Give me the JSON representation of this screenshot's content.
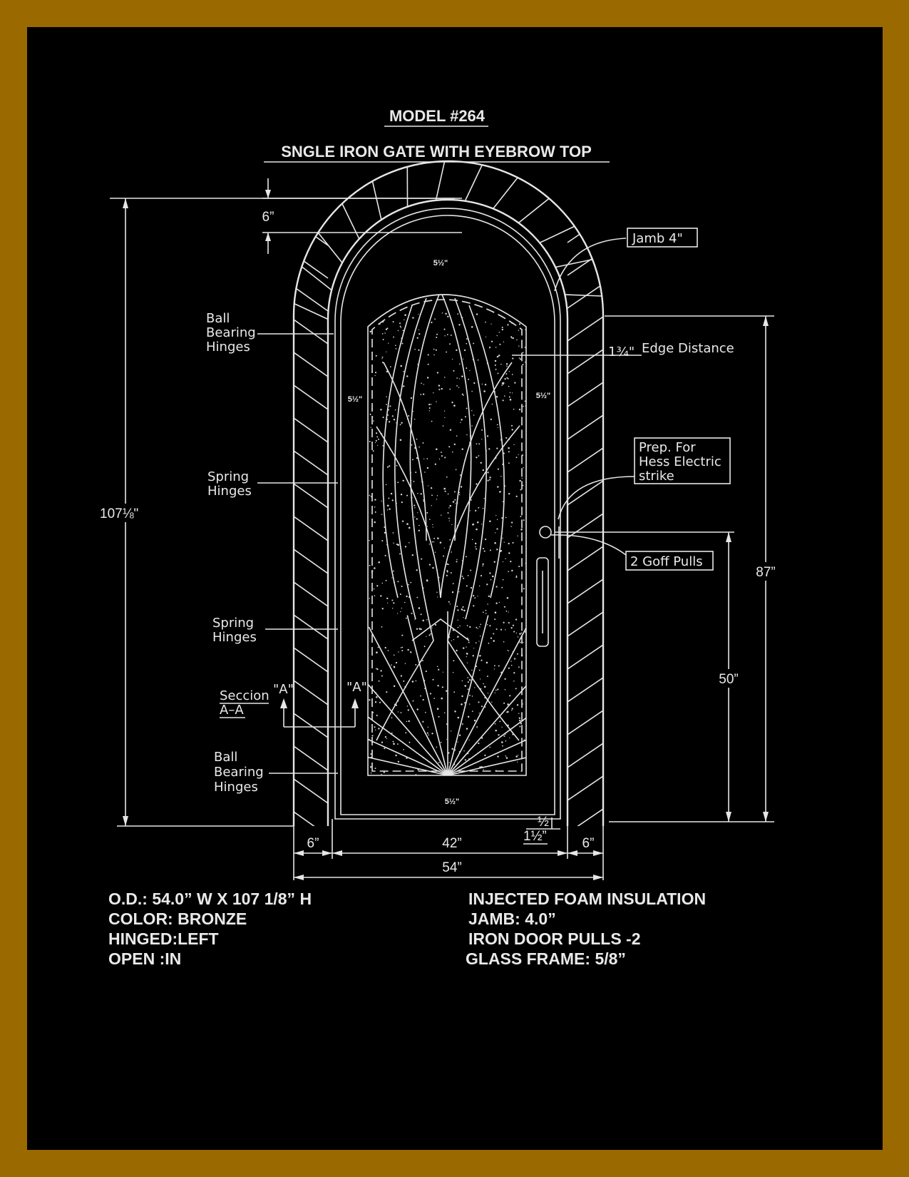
{
  "title": {
    "model": "MODEL #264",
    "subtitle": "SNGLE  IRON  GATE WITH EYEBROW TOP"
  },
  "callouts": {
    "ball_bearing_top": [
      "Ball",
      "Bearing",
      "Hinges"
    ],
    "spring_1": [
      "Spring",
      "Hinges"
    ],
    "spring_2": [
      "Spring",
      "Hinges"
    ],
    "ball_bearing_bottom": [
      "Ball",
      "Bearing",
      "Hinges"
    ],
    "seccion": [
      "Seccion",
      "A–A"
    ],
    "section_marker": "\"A\"",
    "jamb": "Jamb  4\"",
    "edge_distance": "Edge  Distance",
    "edge_distance_value": "1¾\"",
    "hess_strike": [
      "Prep.  For",
      "Hess  Electric",
      "strike"
    ],
    "goff_pulls": "2  Goff  Pulls"
  },
  "dimensions": {
    "top_arch": "6”",
    "overall_height": "107⅛\"",
    "right_height": "87”",
    "handle_height": "50”",
    "left_jamb": "6”",
    "opening_width": "42”",
    "right_jamb": "6”",
    "overall_width": "54”",
    "threshold": "1½”",
    "threshold_small": "½",
    "frame_top": "5½\"",
    "frame_left": "5½\"",
    "frame_right": "5½\"",
    "frame_bottom": "5½\""
  },
  "specs": {
    "left": [
      "O.D.: 54.0” W X 107 1/8” H",
      "COLOR: BRONZE",
      "HINGED:LEFT",
      "OPEN :IN"
    ],
    "right": [
      "INJECTED FOAM INSULATION",
      "JAMB: 4.0”",
      "IRON DOOR PULLS -2",
      "GLASS FRAME: 5/8”"
    ]
  },
  "colors": {
    "border": "#9a6a00",
    "background": "#000000",
    "linework": "#e6e6e6"
  }
}
